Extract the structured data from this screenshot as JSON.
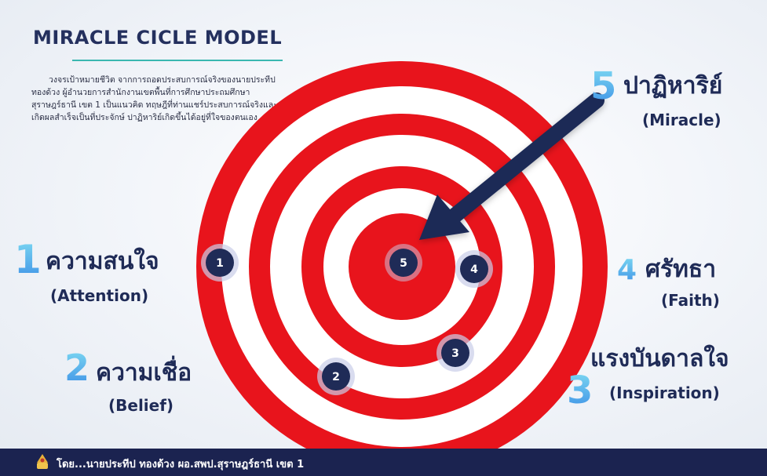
{
  "title": "MIRACLE CICLE MODEL",
  "description": "วงจรเป้าหมายชีวิต จากการถอดประสบการณ์จริงของนายประทีป ทองด้วง ผู้อำนวยการสำนักงานเขตพื้นที่การศึกษาประถมศึกษาสุราษฎร์ธานี เขต 1 เป็นแนวคิด ทฤษฎีที่ท่านแชร์ประสบการณ์จริงและเกิดผลสำเร็จเป็นที่ประจักษ์ ปาฏิหาริย์เกิดขึ้นได้อยู่ที่ใจของตนเอง",
  "steps": [
    {
      "num": "1",
      "thai": "ความสนใจ",
      "english": "(Attention)"
    },
    {
      "num": "2",
      "thai": "ความเชื่อ",
      "english": "(Belief)"
    },
    {
      "num": "3",
      "thai": "แรงบันดาลใจ",
      "english": "(Inspiration)"
    },
    {
      "num": "4",
      "thai": "ศรัทธา",
      "english": "(Faith)"
    },
    {
      "num": "5",
      "thai": "ปาฏิหาริย์",
      "english": "(Miracle)"
    }
  ],
  "badges": [
    "1",
    "2",
    "3",
    "4",
    "5"
  ],
  "footer": {
    "text": "โดย...นายประทีป ทองด้วง ผอ.สพป.สุราษฎร์ธานี เขต 1"
  },
  "colors": {
    "ring_red": "#e8141c",
    "ring_white": "#ffffff",
    "navy": "#1f2b57",
    "number_gradient": "#3c8fe6"
  }
}
